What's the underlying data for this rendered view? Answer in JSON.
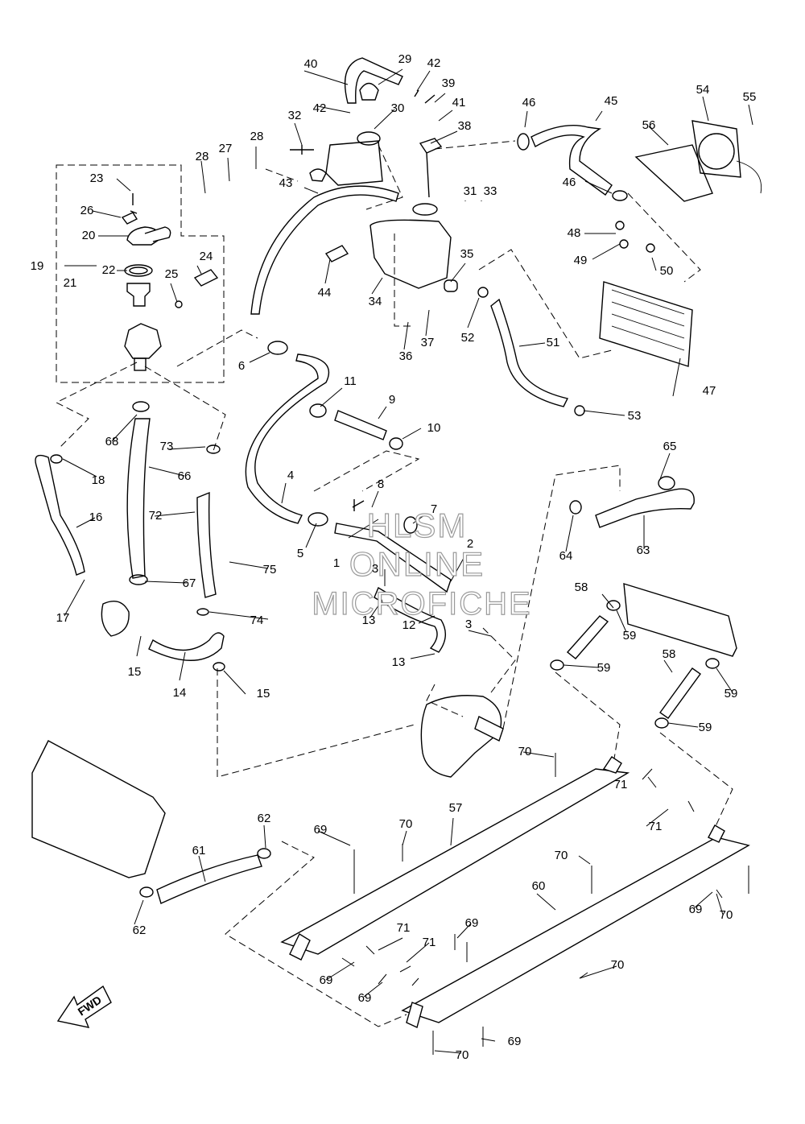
{
  "watermark": {
    "line1": "HLSM",
    "line2": "ONLINE",
    "line3": "MICROFICHE"
  },
  "fwd_label": "FWD",
  "callouts": [
    {
      "id": "c1",
      "text": "1"
    },
    {
      "id": "c2",
      "text": "2"
    },
    {
      "id": "c3a",
      "text": "3"
    },
    {
      "id": "c3b",
      "text": "3"
    },
    {
      "id": "c4",
      "text": "4"
    },
    {
      "id": "c5",
      "text": "5"
    },
    {
      "id": "c6",
      "text": "6"
    },
    {
      "id": "c7",
      "text": "7"
    },
    {
      "id": "c8",
      "text": "8"
    },
    {
      "id": "c9",
      "text": "9"
    },
    {
      "id": "c10",
      "text": "10"
    },
    {
      "id": "c11",
      "text": "11"
    },
    {
      "id": "c12",
      "text": "12"
    },
    {
      "id": "c13a",
      "text": "13"
    },
    {
      "id": "c13b",
      "text": "13"
    },
    {
      "id": "c14",
      "text": "14"
    },
    {
      "id": "c15a",
      "text": "15"
    },
    {
      "id": "c15b",
      "text": "15"
    },
    {
      "id": "c16",
      "text": "16"
    },
    {
      "id": "c17",
      "text": "17"
    },
    {
      "id": "c18",
      "text": "18"
    },
    {
      "id": "c19",
      "text": "19"
    },
    {
      "id": "c20",
      "text": "20"
    },
    {
      "id": "c21",
      "text": "21"
    },
    {
      "id": "c22",
      "text": "22"
    },
    {
      "id": "c23",
      "text": "23"
    },
    {
      "id": "c24",
      "text": "24"
    },
    {
      "id": "c25",
      "text": "25"
    },
    {
      "id": "c26",
      "text": "26"
    },
    {
      "id": "c27",
      "text": "27"
    },
    {
      "id": "c28a",
      "text": "28"
    },
    {
      "id": "c28b",
      "text": "28"
    },
    {
      "id": "c29",
      "text": "29"
    },
    {
      "id": "c30",
      "text": "30"
    },
    {
      "id": "c31",
      "text": "31"
    },
    {
      "id": "c32",
      "text": "32"
    },
    {
      "id": "c33",
      "text": "33"
    },
    {
      "id": "c34",
      "text": "34"
    },
    {
      "id": "c35",
      "text": "35"
    },
    {
      "id": "c36",
      "text": "36"
    },
    {
      "id": "c37",
      "text": "37"
    },
    {
      "id": "c38",
      "text": "38"
    },
    {
      "id": "c39",
      "text": "39"
    },
    {
      "id": "c40",
      "text": "40"
    },
    {
      "id": "c41",
      "text": "41"
    },
    {
      "id": "c42a",
      "text": "42"
    },
    {
      "id": "c42b",
      "text": "42"
    },
    {
      "id": "c43",
      "text": "43"
    },
    {
      "id": "c44",
      "text": "44"
    },
    {
      "id": "c45",
      "text": "45"
    },
    {
      "id": "c46a",
      "text": "46"
    },
    {
      "id": "c46b",
      "text": "46"
    },
    {
      "id": "c47",
      "text": "47"
    },
    {
      "id": "c48",
      "text": "48"
    },
    {
      "id": "c49",
      "text": "49"
    },
    {
      "id": "c50",
      "text": "50"
    },
    {
      "id": "c51",
      "text": "51"
    },
    {
      "id": "c52",
      "text": "52"
    },
    {
      "id": "c53",
      "text": "53"
    },
    {
      "id": "c54",
      "text": "54"
    },
    {
      "id": "c55",
      "text": "55"
    },
    {
      "id": "c56",
      "text": "56"
    },
    {
      "id": "c57",
      "text": "57"
    },
    {
      "id": "c58a",
      "text": "58"
    },
    {
      "id": "c58b",
      "text": "58"
    },
    {
      "id": "c59a",
      "text": "59"
    },
    {
      "id": "c59b",
      "text": "59"
    },
    {
      "id": "c59c",
      "text": "59"
    },
    {
      "id": "c59d",
      "text": "59"
    },
    {
      "id": "c60",
      "text": "60"
    },
    {
      "id": "c61",
      "text": "61"
    },
    {
      "id": "c62a",
      "text": "62"
    },
    {
      "id": "c62b",
      "text": "62"
    },
    {
      "id": "c63",
      "text": "63"
    },
    {
      "id": "c64",
      "text": "64"
    },
    {
      "id": "c65",
      "text": "65"
    },
    {
      "id": "c66",
      "text": "66"
    },
    {
      "id": "c67",
      "text": "67"
    },
    {
      "id": "c68",
      "text": "68"
    },
    {
      "id": "c69a",
      "text": "69"
    },
    {
      "id": "c69b",
      "text": "69"
    },
    {
      "id": "c69c",
      "text": "69"
    },
    {
      "id": "c69d",
      "text": "69"
    },
    {
      "id": "c69e",
      "text": "69"
    },
    {
      "id": "c69f",
      "text": "69"
    },
    {
      "id": "c70a",
      "text": "70"
    },
    {
      "id": "c70b",
      "text": "70"
    },
    {
      "id": "c70c",
      "text": "70"
    },
    {
      "id": "c70d",
      "text": "70"
    },
    {
      "id": "c70e",
      "text": "70"
    },
    {
      "id": "c70f",
      "text": "70"
    },
    {
      "id": "c71a",
      "text": "71"
    },
    {
      "id": "c71b",
      "text": "71"
    },
    {
      "id": "c71c",
      "text": "71"
    },
    {
      "id": "c71d",
      "text": "71"
    },
    {
      "id": "c72",
      "text": "72"
    },
    {
      "id": "c73",
      "text": "73"
    },
    {
      "id": "c74",
      "text": "74"
    },
    {
      "id": "c75",
      "text": "75"
    }
  ]
}
